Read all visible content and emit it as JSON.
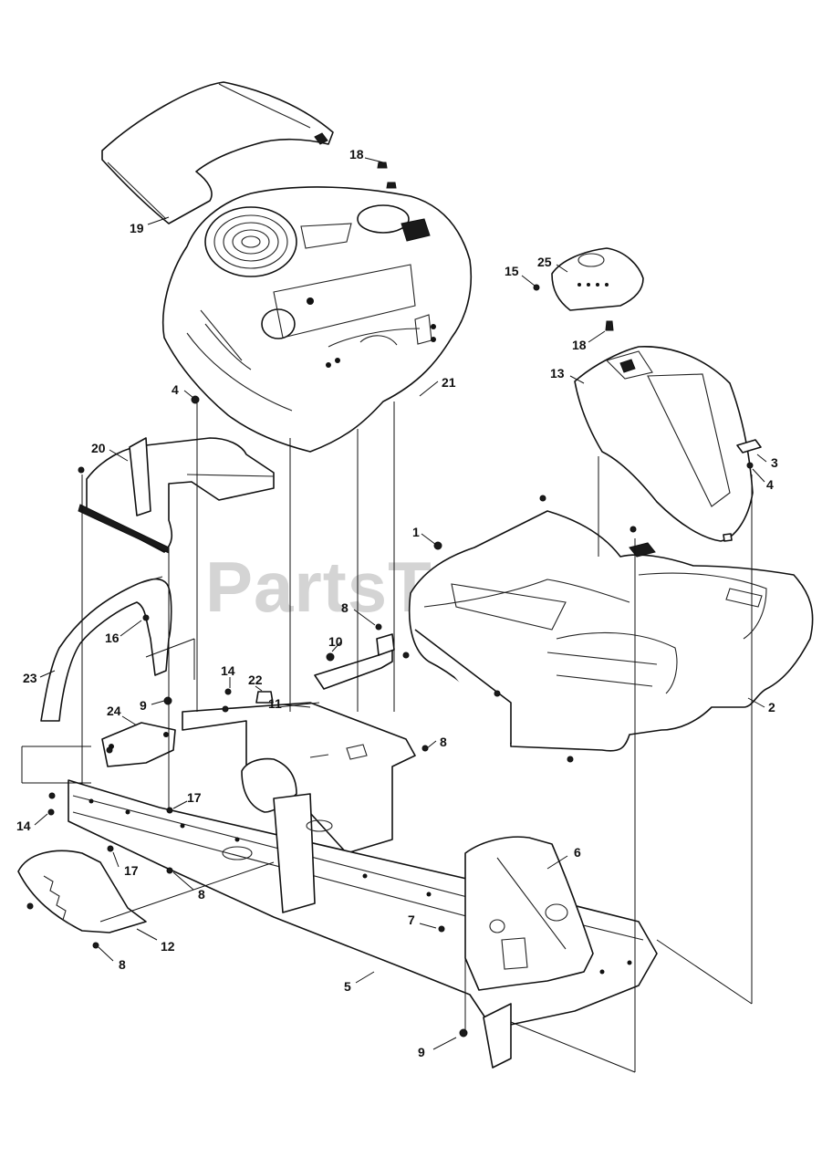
{
  "watermark": "PartsTree",
  "callouts": [
    {
      "id": "c18a",
      "text": "18"
    },
    {
      "id": "c19",
      "text": "19"
    },
    {
      "id": "c4a",
      "text": "4"
    },
    {
      "id": "c21",
      "text": "21"
    },
    {
      "id": "c15",
      "text": "15"
    },
    {
      "id": "c25",
      "text": "25"
    },
    {
      "id": "c18b",
      "text": "18"
    },
    {
      "id": "c13",
      "text": "13"
    },
    {
      "id": "c20",
      "text": "20"
    },
    {
      "id": "c3",
      "text": "3"
    },
    {
      "id": "c4b",
      "text": "4"
    },
    {
      "id": "c1",
      "text": "1"
    },
    {
      "id": "c8a",
      "text": "8"
    },
    {
      "id": "c10",
      "text": "10"
    },
    {
      "id": "c16",
      "text": "16"
    },
    {
      "id": "c23",
      "text": "23"
    },
    {
      "id": "c14a",
      "text": "14"
    },
    {
      "id": "c22",
      "text": "22"
    },
    {
      "id": "c11",
      "text": "11"
    },
    {
      "id": "c9a",
      "text": "9"
    },
    {
      "id": "c24",
      "text": "24"
    },
    {
      "id": "c8b",
      "text": "8"
    },
    {
      "id": "c2",
      "text": "2"
    },
    {
      "id": "c17a",
      "text": "17"
    },
    {
      "id": "c14b",
      "text": "14"
    },
    {
      "id": "c17b",
      "text": "17"
    },
    {
      "id": "c8c",
      "text": "8"
    },
    {
      "id": "c6",
      "text": "6"
    },
    {
      "id": "c7",
      "text": "7"
    },
    {
      "id": "c12",
      "text": "12"
    },
    {
      "id": "c8d",
      "text": "8"
    },
    {
      "id": "c5",
      "text": "5"
    },
    {
      "id": "c9b",
      "text": "9"
    }
  ]
}
